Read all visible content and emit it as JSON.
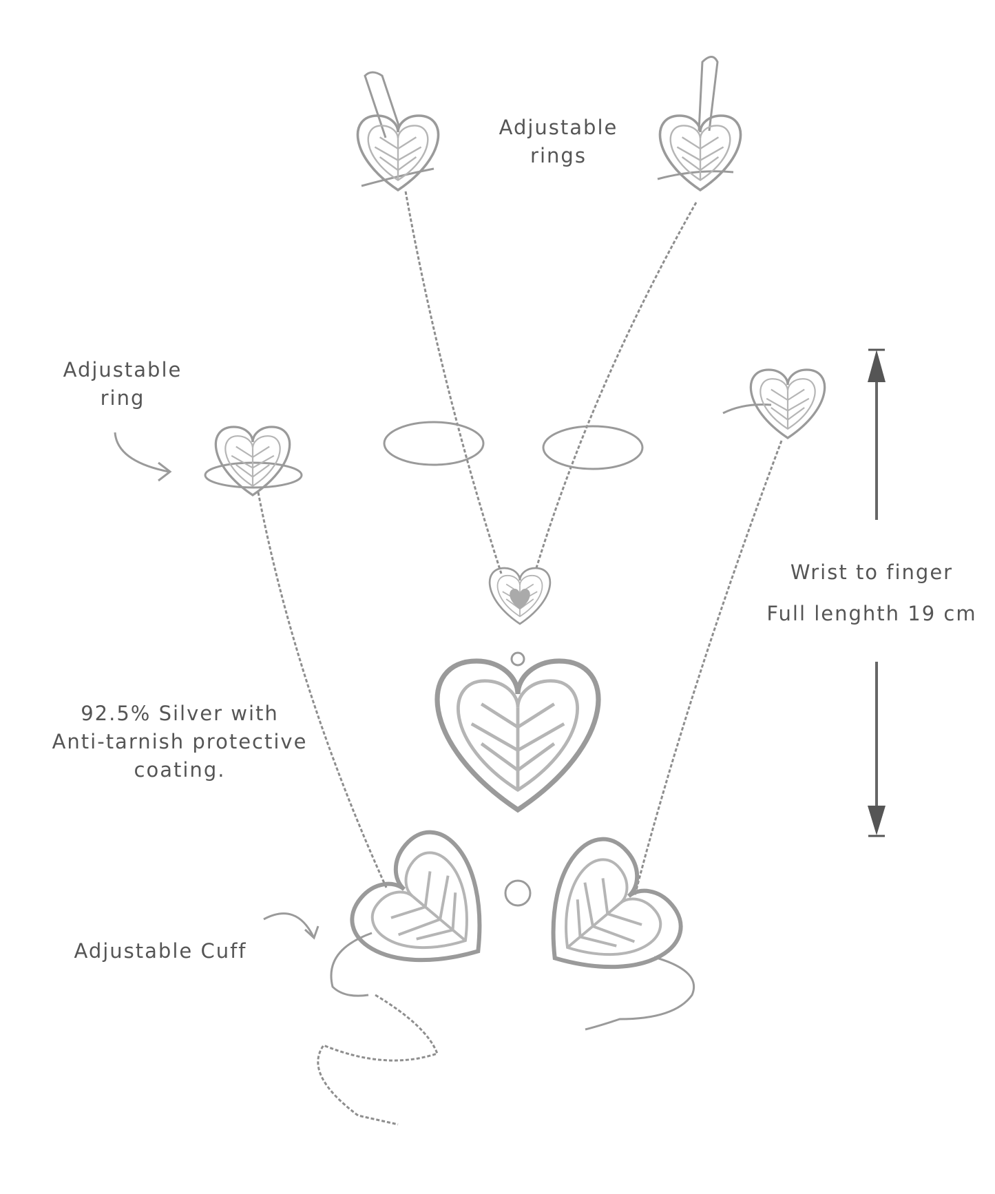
{
  "labels": {
    "rings": [
      "Adjustable",
      "rings"
    ],
    "ring": [
      "Adjustable",
      "ring"
    ],
    "length": [
      "Wrist to finger",
      "Full lenghth 19 cm"
    ],
    "material": [
      "92.5% Silver with",
      "Anti-tarnish protective",
      "coating."
    ],
    "cuff": "Adjustable Cuff"
  },
  "colors": {
    "text": "#555555",
    "silver": "#9a9a9a",
    "arrow": "#666666"
  }
}
